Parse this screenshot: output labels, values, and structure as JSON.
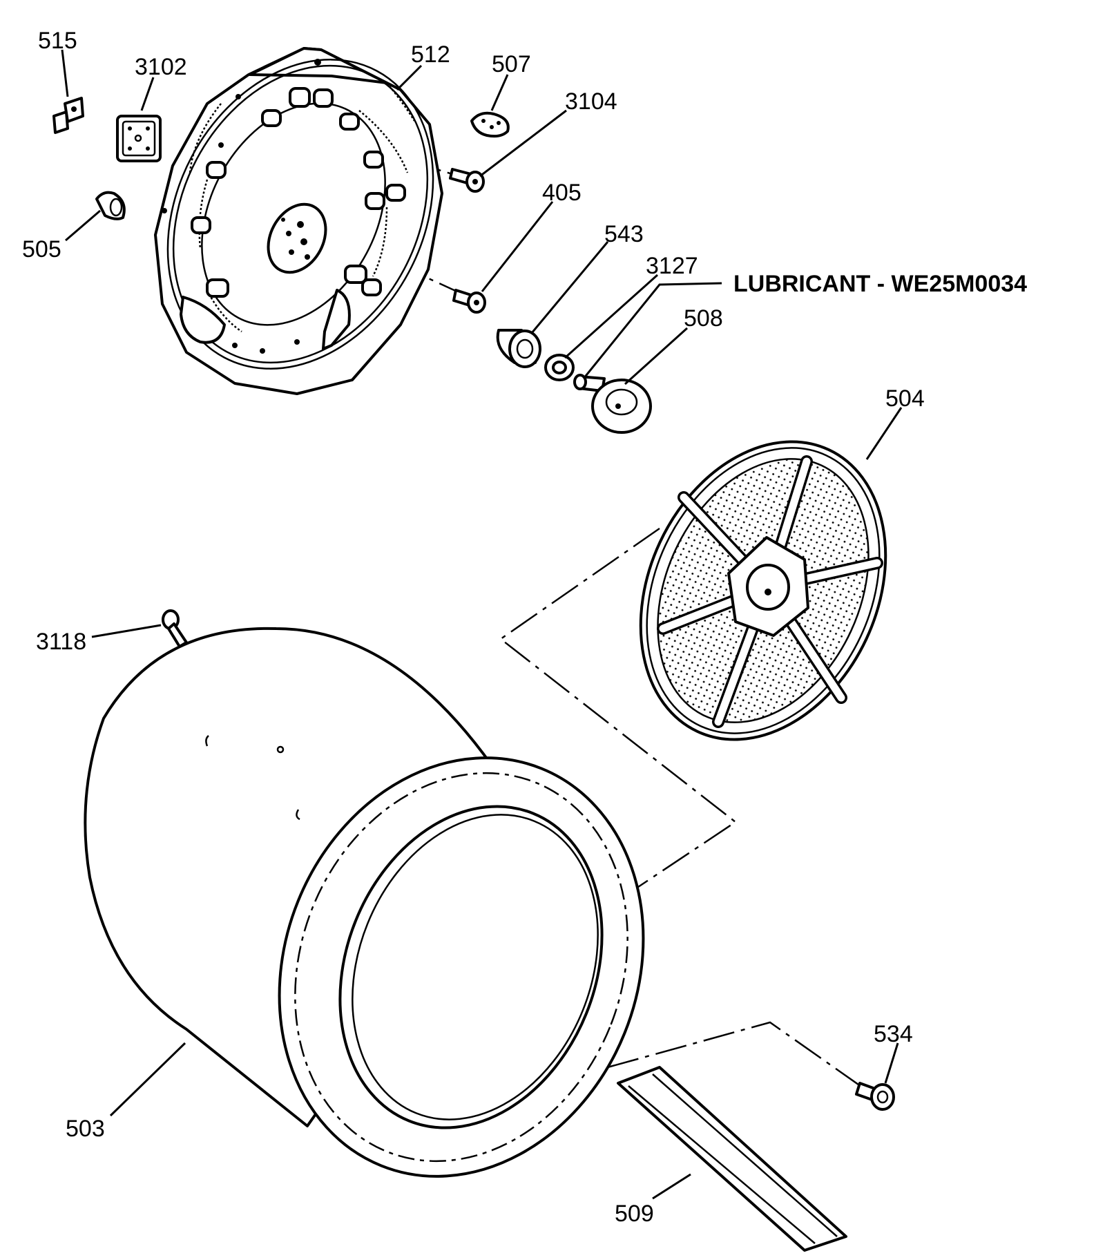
{
  "callouts": {
    "p515": "515",
    "p3102": "3102",
    "p512": "512",
    "p507": "507",
    "p3104": "3104",
    "p505": "505",
    "p405": "405",
    "p543": "543",
    "p3127": "3127",
    "p508": "508",
    "p504": "504",
    "p3118": "3118",
    "p534": "534",
    "p503": "503",
    "p509": "509"
  },
  "lubricant_note": "LUBRICANT - WE25M0034"
}
